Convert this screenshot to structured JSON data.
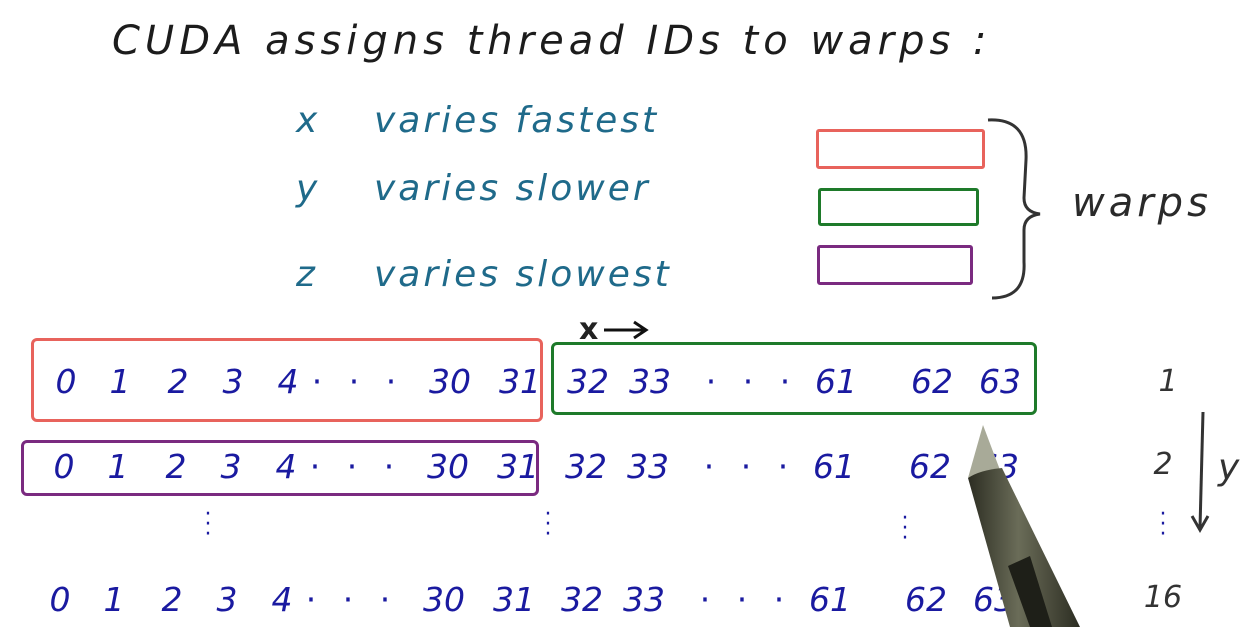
{
  "title": "CUDA assigns thread IDs to warps :",
  "rules": [
    {
      "axis": "x",
      "text": "varies fastest"
    },
    {
      "axis": "y",
      "text": "varies slower"
    },
    {
      "axis": "z",
      "text": "varies slowest"
    }
  ],
  "warps_label": "warps",
  "x_arrow_label": "x",
  "y_axis_label": "y",
  "row_cells": [
    "0",
    "1",
    "2",
    "3",
    "4",
    "· · ·",
    "30",
    "31",
    "32",
    "33",
    "· · ·",
    "61",
    "62",
    "63"
  ],
  "y_values": [
    "1",
    "2",
    "16"
  ],
  "colors": {
    "warp_red": "#e8635c",
    "warp_green": "#1e7a2a",
    "warp_purple": "#7a2a80",
    "rule_text": "#1f6a8a",
    "numbers": "#1a1aa0",
    "pen_body": "#4b4d3c",
    "pen_tip": "#a8aa98"
  }
}
